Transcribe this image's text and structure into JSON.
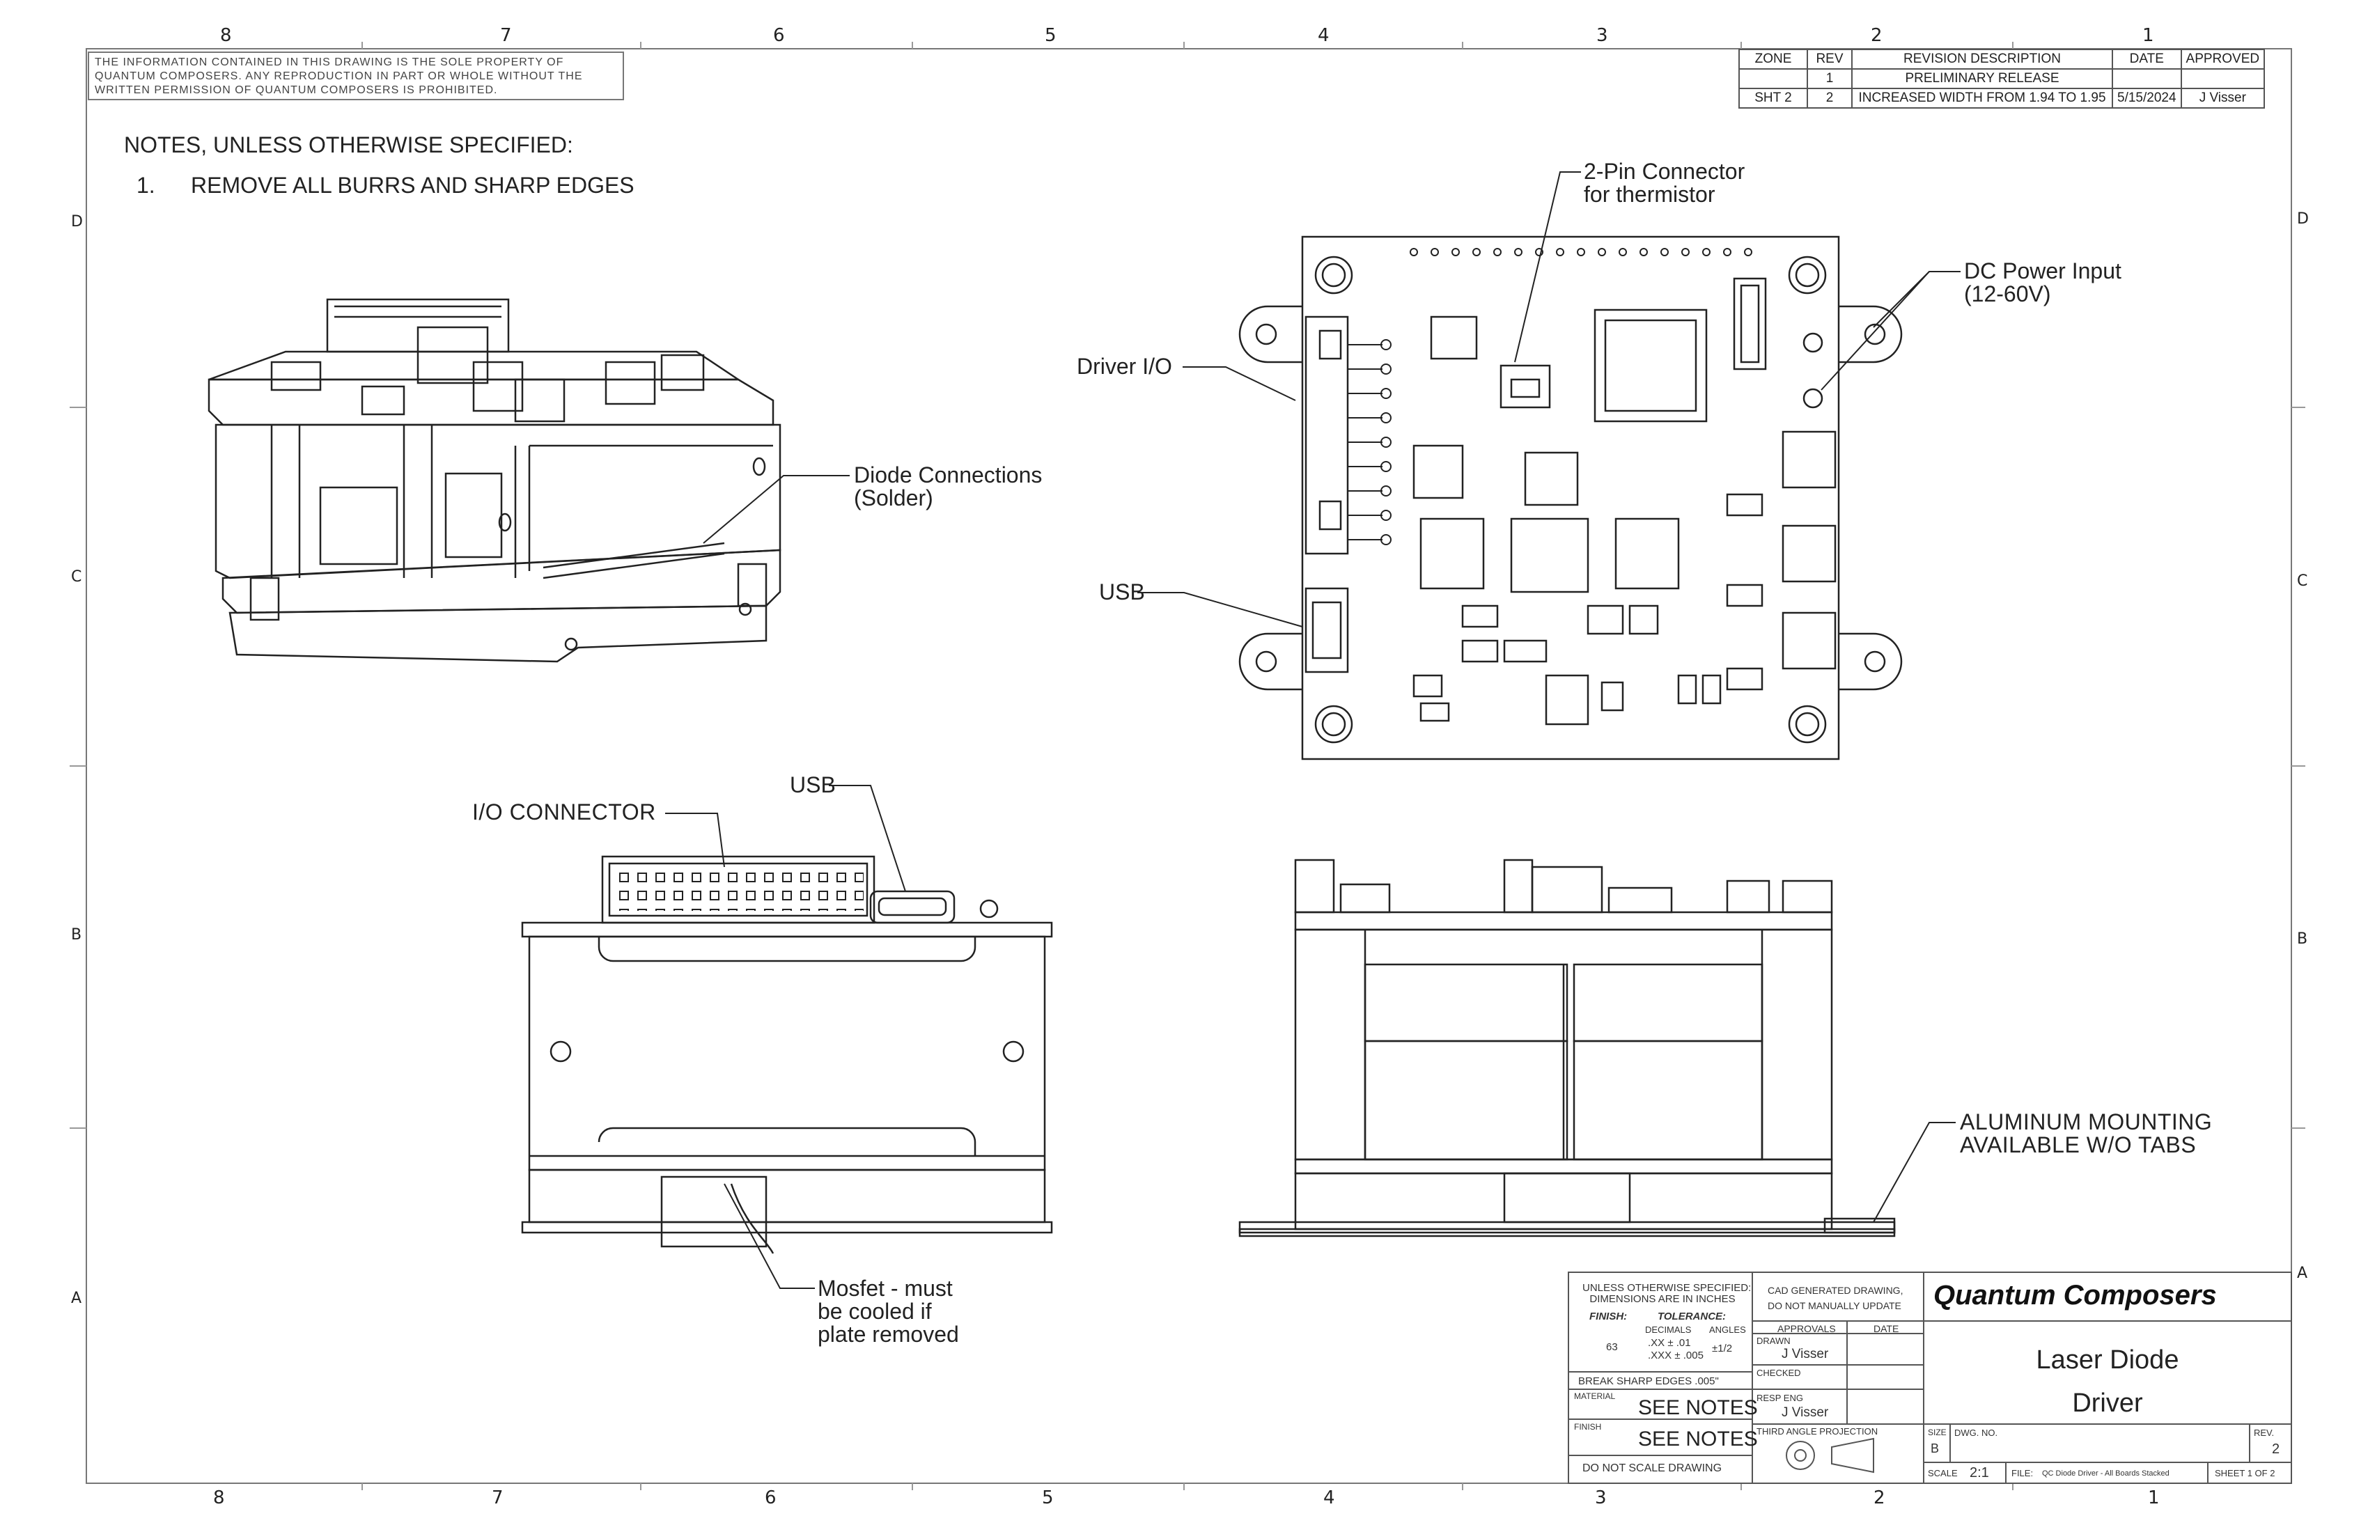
{
  "zones": {
    "top": [
      "8",
      "7",
      "6",
      "5",
      "4",
      "3",
      "2",
      "1"
    ],
    "bottom": [
      "8",
      "7",
      "6",
      "5",
      "4",
      "3",
      "2",
      "1"
    ],
    "left": [
      "D",
      "C",
      "B",
      "A"
    ],
    "right": [
      "D",
      "C",
      "B",
      "A"
    ]
  },
  "notice": "THE INFORMATION CONTAINED IN THIS DRAWING IS THE SOLE PROPERTY OF QUANTUM COMPOSERS. ANY REPRODUCTION IN PART OR WHOLE WITHOUT THE WRITTEN PERMISSION OF QUANTUM COMPOSERS IS PROHIBITED.",
  "notes": {
    "title": "NOTES, UNLESS OTHERWISE SPECIFIED:",
    "items": [
      {
        "num": "1.",
        "text": "REMOVE ALL BURRS AND SHARP EDGES"
      }
    ]
  },
  "revision_table": {
    "headers": [
      "ZONE",
      "REV",
      "REVISION DESCRIPTION",
      "DATE",
      "APPROVED"
    ],
    "rows": [
      [
        "",
        "1",
        "PRELIMINARY RELEASE",
        "",
        ""
      ],
      [
        "SHT 2",
        "2",
        "INCREASED WIDTH FROM 1.94 TO 1.95",
        "5/15/2024",
        "J Visser"
      ]
    ]
  },
  "callouts": {
    "diode": [
      "Diode Connections",
      "(Solder)"
    ],
    "two_pin": [
      "2-Pin Connector",
      "for thermistor"
    ],
    "dc_power": [
      "DC Power Input",
      "(12-60V)"
    ],
    "driver_io": "Driver I/O",
    "usb_top": "USB",
    "io_connector": "I/O CONNECTOR",
    "usb_side": "USB",
    "mosfet": [
      "Mosfet - must",
      "be cooled if",
      "plate removed"
    ],
    "aluminum": [
      "ALUMINUM MOUNTING",
      "AVAILABLE W/O TABS"
    ]
  },
  "title_block": {
    "tol_head": [
      "UNLESS OTHERWISE SPECIFIED:",
      "DIMENSIONS ARE IN INCHES"
    ],
    "finish_label": "FINISH:",
    "tolerance_label": "TOLERANCE:",
    "decimals": "DECIMALS",
    "angles": "ANGLES",
    "finish_num": "63",
    "xx": ".XX ± .01",
    "xxx": ".XXX ± .005",
    "angle_tol": "±1/2",
    "break_edges": "BREAK SHARP EDGES .005\"",
    "material_label": "MATERIAL",
    "material_value": "SEE NOTES",
    "finish_field_label": "FINISH",
    "finish_value": "SEE NOTES",
    "do_not_scale": "DO NOT SCALE DRAWING",
    "cad_note": [
      "CAD GENERATED DRAWING,",
      "DO NOT MANUALLY UPDATE"
    ],
    "approvals": "APPROVALS",
    "date": "DATE",
    "drawn_label": "DRAWN",
    "drawn_name": "J Visser",
    "checked_label": "CHECKED",
    "resp_label": "RESP ENG",
    "resp_name": "J Visser",
    "projection": "THIRD ANGLE PROJECTION",
    "company": "Quantum Composers",
    "title": [
      "Laser Diode",
      "Driver"
    ],
    "size_label": "SIZE",
    "size": "B",
    "dwg_label": "DWG. NO.",
    "rev_label": "REV.",
    "rev": "2",
    "scale_label": "SCALE",
    "scale": "2:1",
    "file_label": "FILE:",
    "file": "QC Diode Driver - All Boards Stacked",
    "sheet": "SHEET 1 OF 2"
  }
}
